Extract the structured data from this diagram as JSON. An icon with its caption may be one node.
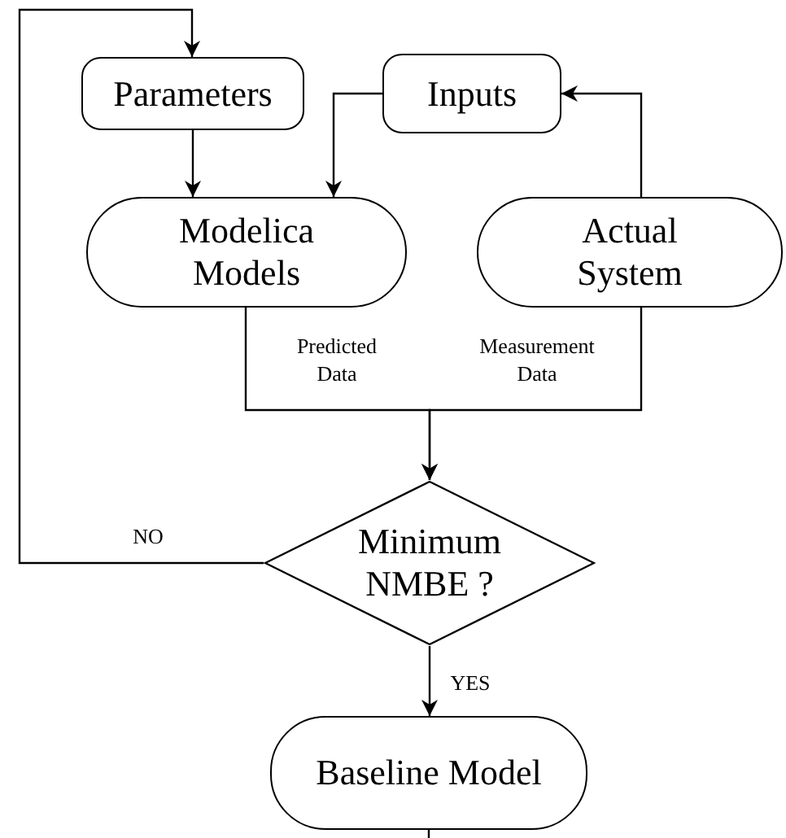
{
  "diagram": {
    "nodes": [
      {
        "text": [
          "Parameters"
        ]
      },
      {
        "text": [
          "Inputs"
        ]
      },
      {
        "text": [
          "Modelica Models"
        ]
      },
      {
        "text": [
          "Actual System"
        ]
      },
      {
        "text": [
          "Minimum NMBE ?"
        ]
      },
      {
        "text": [
          "Baseline Model"
        ]
      }
    ],
    "edges": [
      {
        "from": 0,
        "to": 2,
        "arrow": "to"
      },
      {
        "from": 1,
        "to": 2,
        "arrow": "to"
      },
      {
        "from": 3,
        "to": 1,
        "arrow": "to"
      },
      {
        "from": 2,
        "to": 4,
        "arrow": "to",
        "label": "Predicted Data"
      },
      {
        "from": 3,
        "to": 4,
        "arrow": "to",
        "label": "Measurement Data"
      },
      {
        "from": 4,
        "to": 0,
        "arrow": "to",
        "label": "NO"
      },
      {
        "from": 4,
        "to": 5,
        "arrow": "to",
        "label": "YES"
      },
      {
        "from": 5,
        "to": null,
        "arrow": "none"
      }
    ]
  }
}
